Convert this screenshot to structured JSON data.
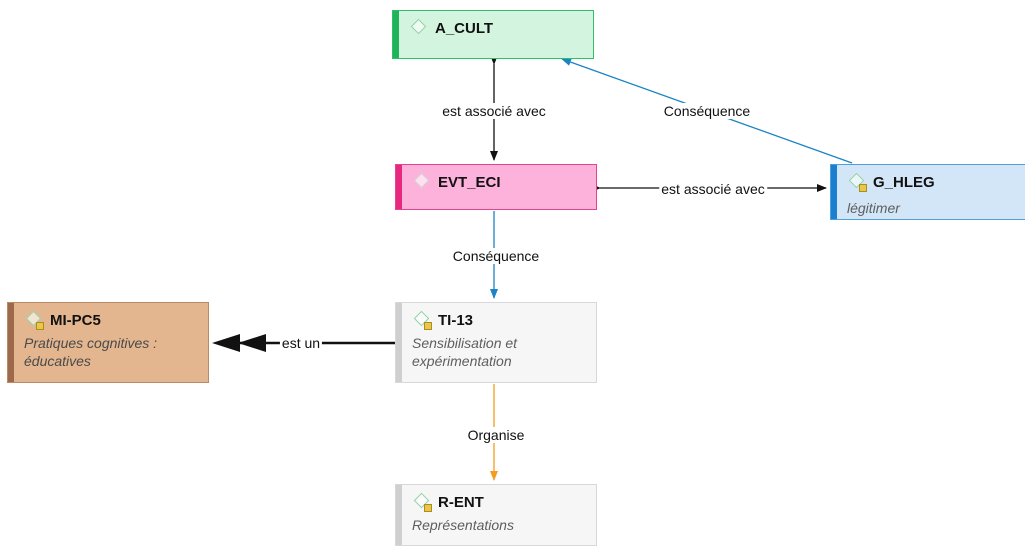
{
  "nodes": {
    "a_cult": {
      "title": "A_CULT",
      "icon": "diamond-icon"
    },
    "evt_eci": {
      "title": "EVT_ECI",
      "icon": "diamond-icon"
    },
    "g_hleg": {
      "title": "G_HLEG",
      "subtitle": "légitimer",
      "icon": "diamond-document-icon"
    },
    "mi_pc5": {
      "title": "MI-PC5",
      "subtitle_line1": "Pratiques cognitives :",
      "subtitle_line2": "éducatives",
      "icon": "diamond-document-icon"
    },
    "ti_13": {
      "title": "TI-13",
      "subtitle_line1": "Sensibilisation et",
      "subtitle_line2": "expérimentation",
      "icon": "diamond-document-icon"
    },
    "r_ent": {
      "title": "R-ENT",
      "subtitle": "Représentations",
      "icon": "diamond-document-icon"
    }
  },
  "edges": {
    "a_cult_evt": {
      "label": "est associé avec",
      "color": "#111111"
    },
    "g_hleg_a_cult": {
      "label": "Conséquence",
      "color": "#1b83c6"
    },
    "evt_g_hleg": {
      "label": "est associé avec",
      "color": "#111111"
    },
    "evt_ti13": {
      "label": "Conséquence",
      "color": "#1b83c6"
    },
    "ti13_mi": {
      "label": "est un",
      "color": "#111111"
    },
    "ti13_rent": {
      "label": "Organise",
      "color": "#f39c1f"
    }
  },
  "colors": {
    "a_cult_fill": "#d3f5df",
    "a_cult_bar": "#1fb35a",
    "evt_fill": "#fdb2dc",
    "evt_bar": "#e8277f",
    "g_hleg_fill": "#d3e6f8",
    "g_hleg_bar": "#1b7fd0",
    "mi_fill": "#e3b690",
    "mi_bar": "#9c6a4a",
    "ti_fill": "#f6f6f6",
    "ti_bar": "#cfcfcf"
  }
}
